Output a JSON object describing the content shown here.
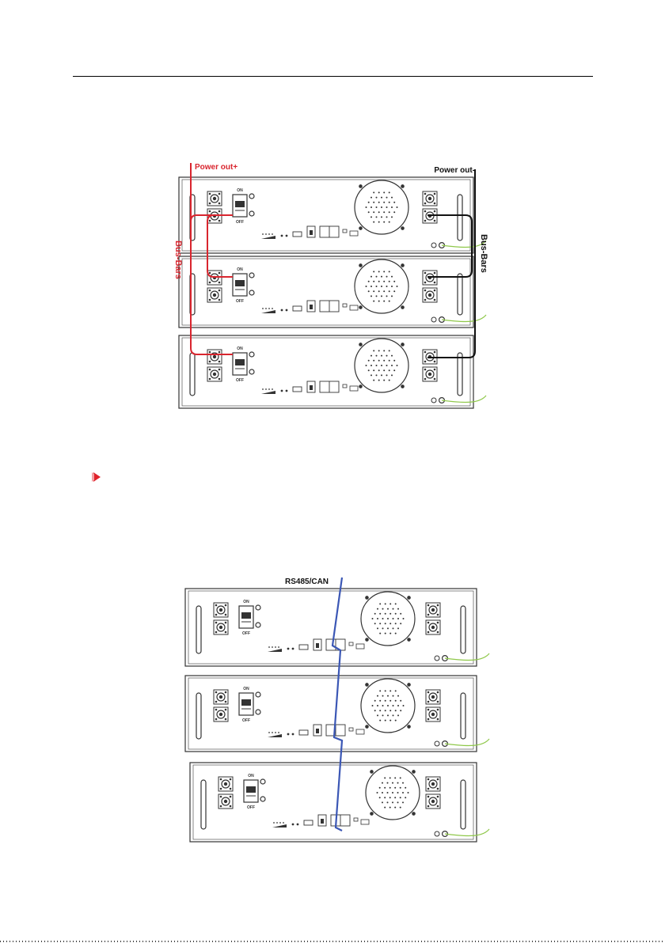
{
  "diagram_power": {
    "label_positive": "Power out+",
    "label_negative": "Power out-",
    "label_busbars_left": "Bus-Bars",
    "label_busbars_right": "Bus-Bars",
    "colors": {
      "positive": "#d9252e",
      "negative": "#111111",
      "ground": "#8fc84a"
    },
    "modules": [
      {
        "switch_on": "ON",
        "switch_off": "OFF"
      },
      {
        "switch_on": "ON",
        "switch_off": "OFF"
      },
      {
        "switch_on": "ON",
        "switch_off": "OFF"
      }
    ]
  },
  "note": {
    "icon": "pointer-bullet-icon",
    "color": "#e0222b"
  },
  "diagram_comm": {
    "label_cable": "RS485/CAN",
    "colors": {
      "cable": "#3b57b5",
      "ground": "#8fc84a"
    },
    "modules": [
      {
        "switch_on": "ON",
        "switch_off": "OFF"
      },
      {
        "switch_on": "ON",
        "switch_off": "OFF"
      },
      {
        "switch_on": "ON",
        "switch_off": "OFF"
      }
    ]
  }
}
